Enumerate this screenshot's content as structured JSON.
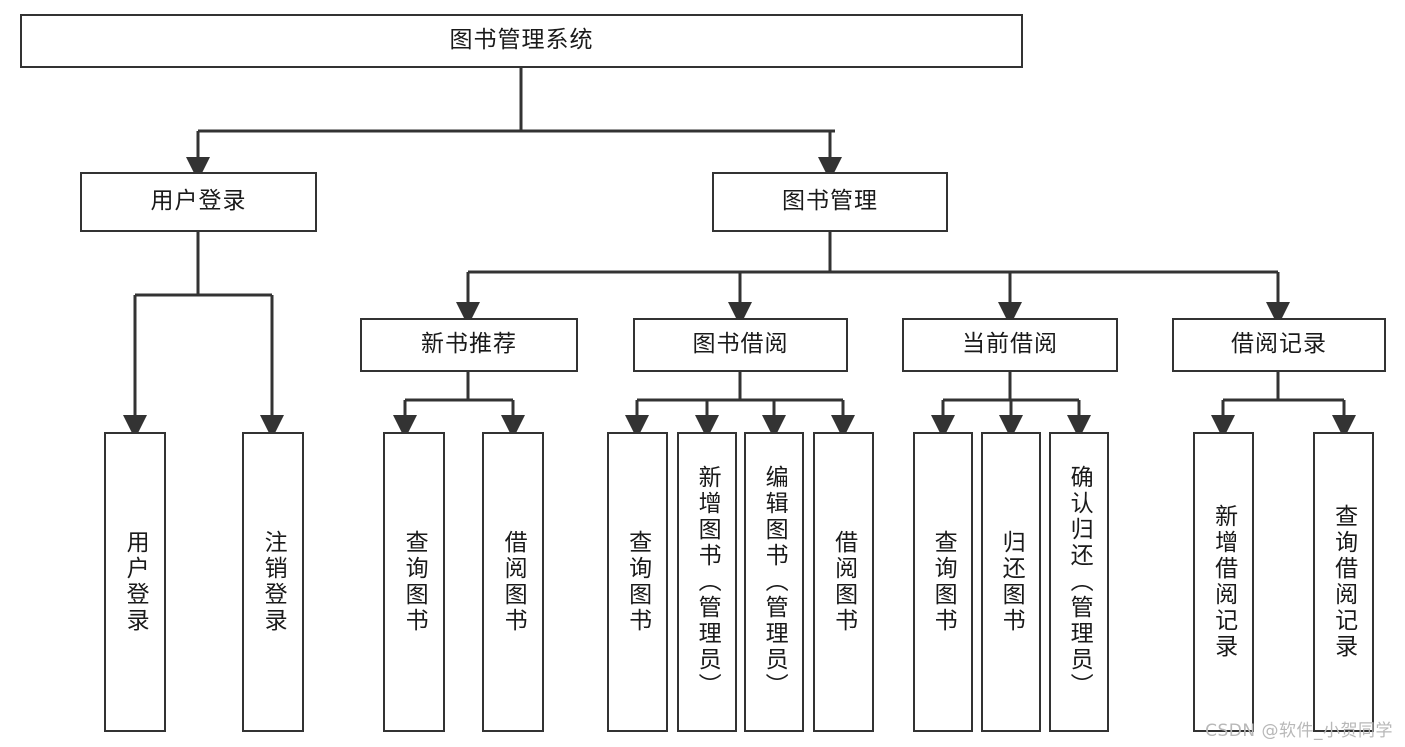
{
  "diagram": {
    "title": "图书管理系统",
    "type": "tree-hierarchy-chart",
    "root": {
      "label": "图书管理系统",
      "orientation": "horizontal"
    },
    "level2": [
      {
        "label": "用户登录",
        "orientation": "horizontal"
      },
      {
        "label": "图书管理",
        "orientation": "horizontal"
      }
    ],
    "level3": [
      {
        "label": "新书推荐",
        "orientation": "horizontal"
      },
      {
        "label": "图书借阅",
        "orientation": "horizontal"
      },
      {
        "label": "当前借阅",
        "orientation": "horizontal"
      },
      {
        "label": "借阅记录",
        "orientation": "horizontal"
      }
    ],
    "leaves": {
      "user_login": [
        {
          "label": "用户登录",
          "orientation": "vertical"
        },
        {
          "label": "注销登录",
          "orientation": "vertical"
        }
      ],
      "new_book_recommend": [
        {
          "label": "查询图书",
          "orientation": "vertical"
        },
        {
          "label": "借阅图书",
          "orientation": "vertical"
        }
      ],
      "book_borrow": [
        {
          "label": "查询图书",
          "orientation": "vertical"
        },
        {
          "label": "新增图书（管理员）",
          "orientation": "vertical"
        },
        {
          "label": "编辑图书（管理员）",
          "orientation": "vertical"
        },
        {
          "label": "借阅图书",
          "orientation": "vertical"
        }
      ],
      "current_borrow": [
        {
          "label": "查询图书",
          "orientation": "vertical"
        },
        {
          "label": "归还图书",
          "orientation": "vertical"
        },
        {
          "label": "确认归还（管理员）",
          "orientation": "vertical"
        }
      ],
      "borrow_record": [
        {
          "label": "新增借阅记录",
          "orientation": "vertical"
        },
        {
          "label": "查询借阅记录",
          "orientation": "vertical"
        }
      ]
    }
  },
  "watermark": {
    "text": "CSDN @软件_小贺同学"
  },
  "colors": {
    "border": "#333333",
    "text": "#1a1a1a",
    "background": "#ffffff",
    "connector": "#333333",
    "watermark": "#b8b8b8"
  }
}
